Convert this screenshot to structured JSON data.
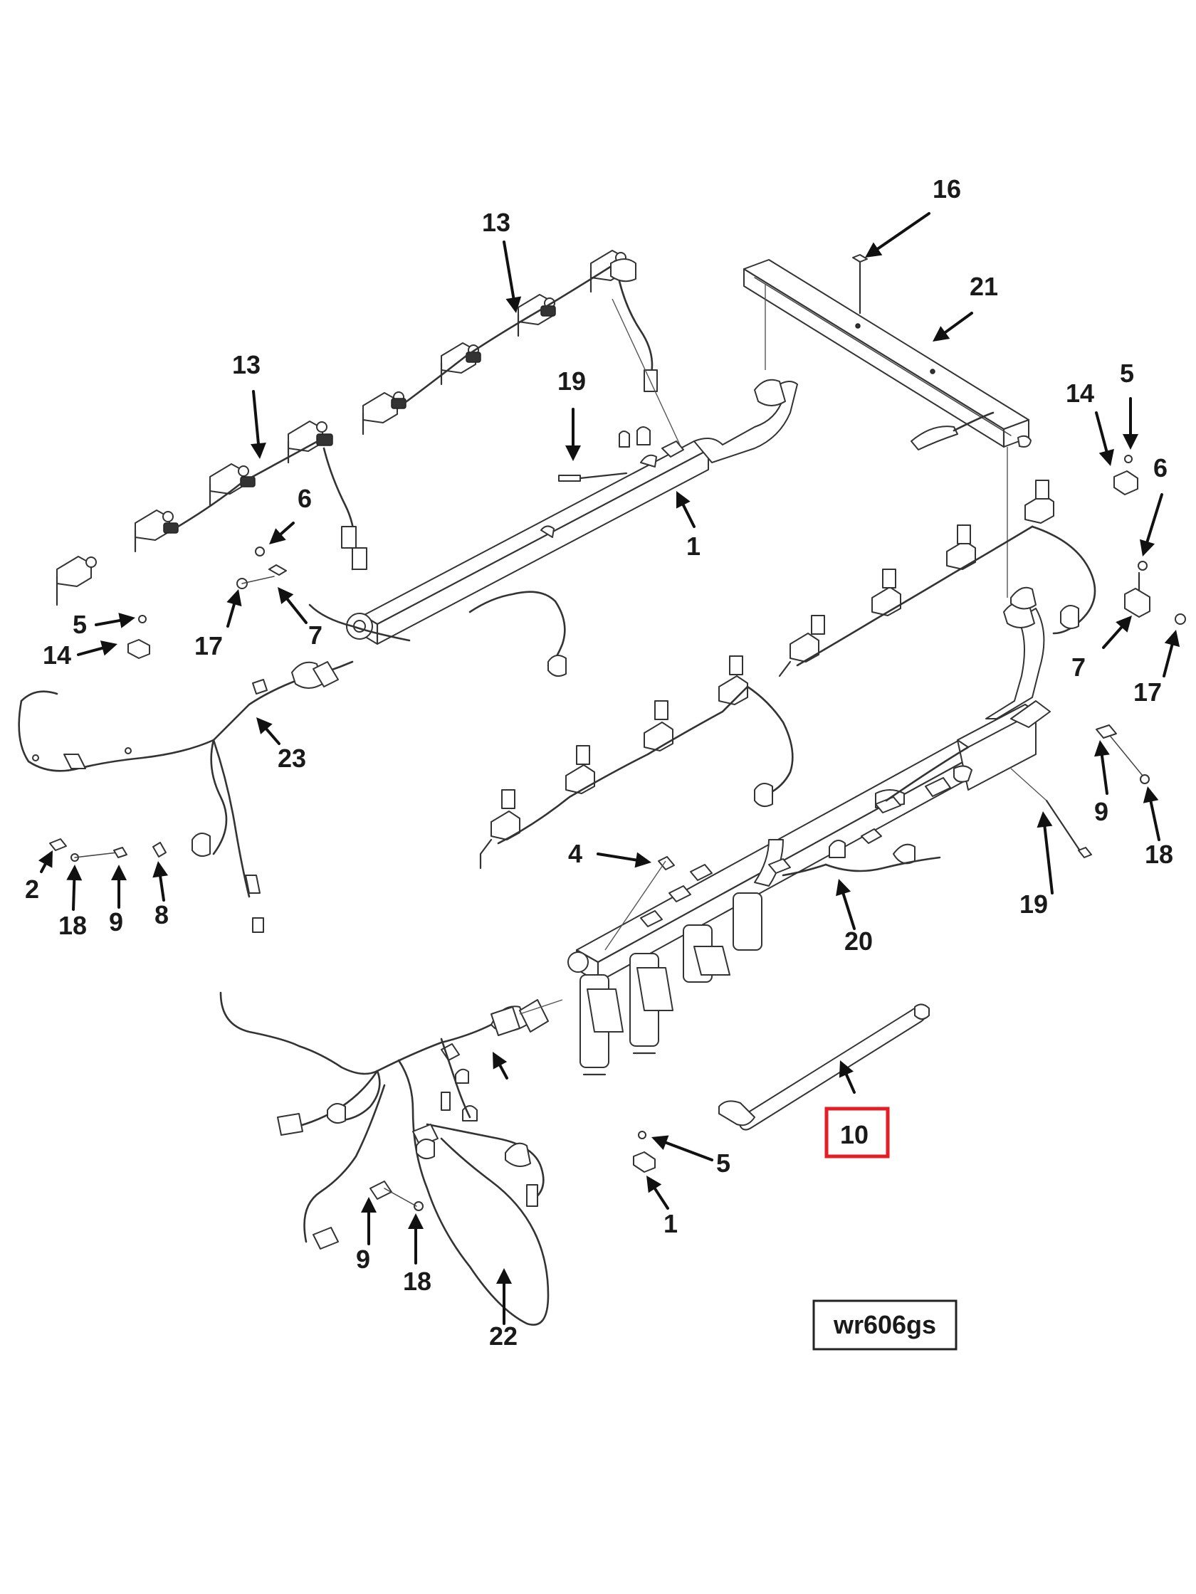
{
  "drawing_code": "wr606gs",
  "highlighted_callout": "10",
  "highlight_color": "#e31e24",
  "callouts": [
    {
      "id": "c16",
      "label": "16"
    },
    {
      "id": "c21",
      "label": "21"
    },
    {
      "id": "c13a",
      "label": "13"
    },
    {
      "id": "c13b",
      "label": "13"
    },
    {
      "id": "c19a",
      "label": "19"
    },
    {
      "id": "c1a",
      "label": "1"
    },
    {
      "id": "c6a",
      "label": "6"
    },
    {
      "id": "c5a",
      "label": "5"
    },
    {
      "id": "c14a",
      "label": "14"
    },
    {
      "id": "c17a",
      "label": "17"
    },
    {
      "id": "c7a",
      "label": "7"
    },
    {
      "id": "c23",
      "label": "23"
    },
    {
      "id": "c14b",
      "label": "14"
    },
    {
      "id": "c5b",
      "label": "5"
    },
    {
      "id": "c6b",
      "label": "6"
    },
    {
      "id": "c7b",
      "label": "7"
    },
    {
      "id": "c17b",
      "label": "17"
    },
    {
      "id": "c9a",
      "label": "9"
    },
    {
      "id": "c18a",
      "label": "18"
    },
    {
      "id": "c19b",
      "label": "19"
    },
    {
      "id": "c2",
      "label": "2"
    },
    {
      "id": "c18b",
      "label": "18"
    },
    {
      "id": "c9b",
      "label": "9"
    },
    {
      "id": "c8",
      "label": "8"
    },
    {
      "id": "c4",
      "label": "4"
    },
    {
      "id": "c20",
      "label": "20"
    },
    {
      "id": "c10",
      "label": "10"
    },
    {
      "id": "c5c",
      "label": "5"
    },
    {
      "id": "c1b",
      "label": "1"
    },
    {
      "id": "c9c",
      "label": "9"
    },
    {
      "id": "c18c",
      "label": "18"
    },
    {
      "id": "c22",
      "label": "22"
    }
  ]
}
